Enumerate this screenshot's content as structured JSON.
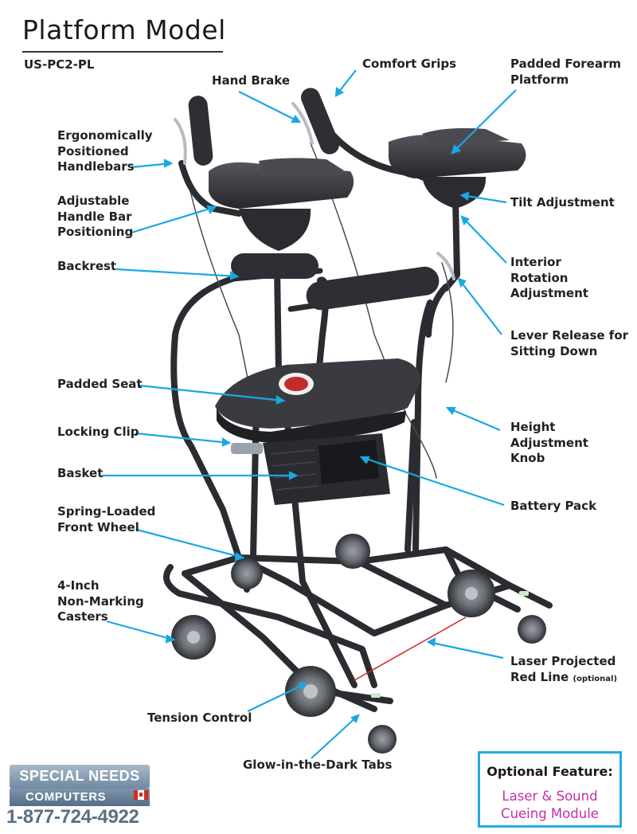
{
  "title": "Platform Model",
  "model_code": "US-PC2-PL",
  "colors": {
    "callout_line": "#1aa7e2",
    "frame": "#2b2c31",
    "pad": "#3b3b40",
    "laser": "#d61e1e",
    "optional_border": "#29a9e0",
    "optional_text": "#c32fa7",
    "logo_phone": "#5a6f82"
  },
  "callouts": {
    "comfort_grips": "Comfort Grips",
    "padded_forearm_platform": [
      "Padded Forearm",
      "Platform"
    ],
    "hand_brake": "Hand Brake",
    "ergonomic_handlebars": [
      "Ergonomically",
      "Positioned",
      "Handlebars"
    ],
    "adjustable_handle_bar": [
      "Adjustable",
      "Handle Bar",
      "Positioning"
    ],
    "tilt_adjustment": "Tilt Adjustment",
    "backrest": "Backrest",
    "interior_rotation": [
      "Interior",
      "Rotation",
      "Adjustment"
    ],
    "lever_release": [
      "Lever Release for",
      "Sitting Down"
    ],
    "padded_seat": "Padded Seat",
    "height_adjustment": [
      "Height",
      "Adjustment",
      "Knob"
    ],
    "locking_clip": "Locking Clip",
    "basket": "Basket",
    "battery_pack": "Battery Pack",
    "spring_loaded_wheel": [
      "Spring-Loaded",
      "Front Wheel"
    ],
    "casters": [
      "4-Inch",
      "Non-Marking",
      "Casters"
    ],
    "laser_line": {
      "line1": "Laser Projected",
      "line2": "Red Line",
      "note": "(optional)"
    },
    "tension_control": "Tension Control",
    "glow_tabs": "Glow-in-the-Dark Tabs"
  },
  "logo": {
    "line1": "SPECIAL NEEDS",
    "line2": "COMPUTERS",
    "phone": "1-877-724-4922",
    "flag_icon": "canada-flag-icon"
  },
  "optional_feature": {
    "heading": "Optional Feature:",
    "line1": "Laser & Sound",
    "line2": "Cueing Module"
  }
}
